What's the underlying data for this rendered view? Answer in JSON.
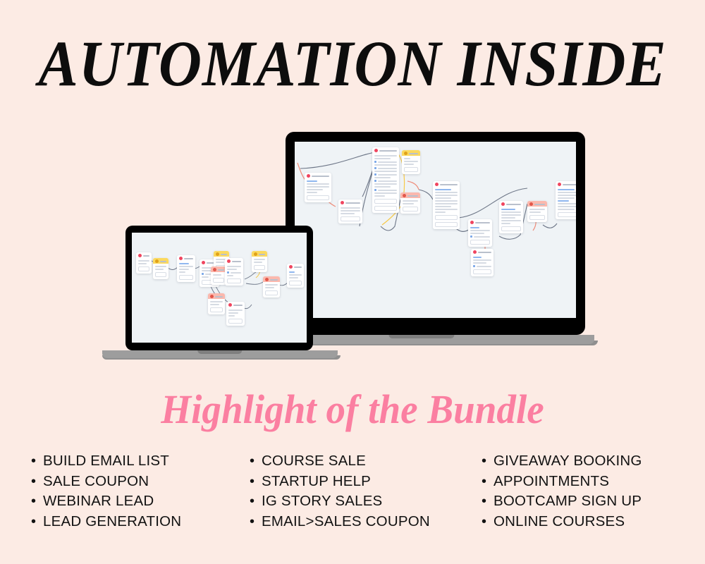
{
  "theme": {
    "background": "#fcebe4",
    "headline_color": "#0d0d0d",
    "accent_pink": "#fb7fa1",
    "screen_background": "#eff3f6",
    "bezel_color": "#000000",
    "base_color": "#9d9d9d"
  },
  "headline": {
    "text": "AUTOMATION INSIDE"
  },
  "subhead": {
    "text": "Highlight of the Bundle"
  },
  "devices": {
    "large_laptop": {
      "name": "laptop-large",
      "screen_content": "automation-flow-builder-canvas"
    },
    "small_laptop": {
      "name": "laptop-small",
      "screen_content": "automation-flow-builder-canvas"
    }
  },
  "features": {
    "columns": [
      {
        "bullet": "•",
        "items": [
          "BUILD EMAIL LIST",
          "SALE COUPON",
          "WEBINAR LEAD",
          "LEAD GENERATION"
        ]
      },
      {
        "bullet": "•",
        "items": [
          "COURSE SALE",
          "STARTUP HELP",
          "IG STORY SALES",
          "EMAIL>SALES COUPON"
        ]
      },
      {
        "bullet": "•",
        "items": [
          "GIVEAWAY BOOKING",
          "APPOINTMENTS",
          "BOOTCAMP SIGN UP",
          "ONLINE COURSES"
        ]
      }
    ]
  }
}
